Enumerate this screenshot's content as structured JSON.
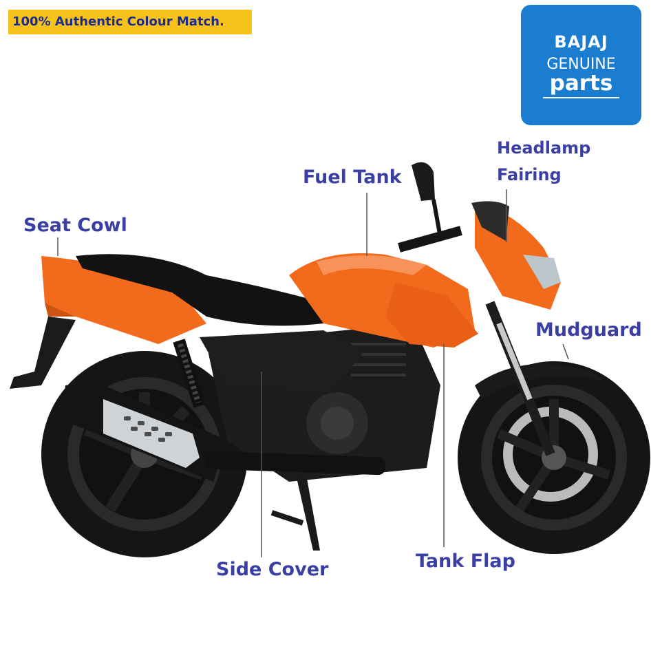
{
  "banner": {
    "text": "100% Authentic Colour Match."
  },
  "logo": {
    "brand": "BAJAJ",
    "line1": "GENUINE",
    "line2": "parts"
  },
  "labels": {
    "seat_cowl": "Seat Cowl",
    "fuel_tank": "Fuel Tank",
    "headlamp_line1": "Headlamp",
    "headlamp_line2": "Fairing",
    "mudguard": "Mudguard",
    "side_cover": "Side Cover",
    "tank_flap": "Tank Flap"
  },
  "colors": {
    "banner_bg": "#f7c31b",
    "banner_text": "#1d2b8f",
    "logo_bg": "#1a7dd0",
    "label_text": "#3a3fa3",
    "body_orange": "#f26a1b",
    "tire_black": "#151515"
  },
  "icons": {
    "product_image": "motorcycle-photo"
  }
}
